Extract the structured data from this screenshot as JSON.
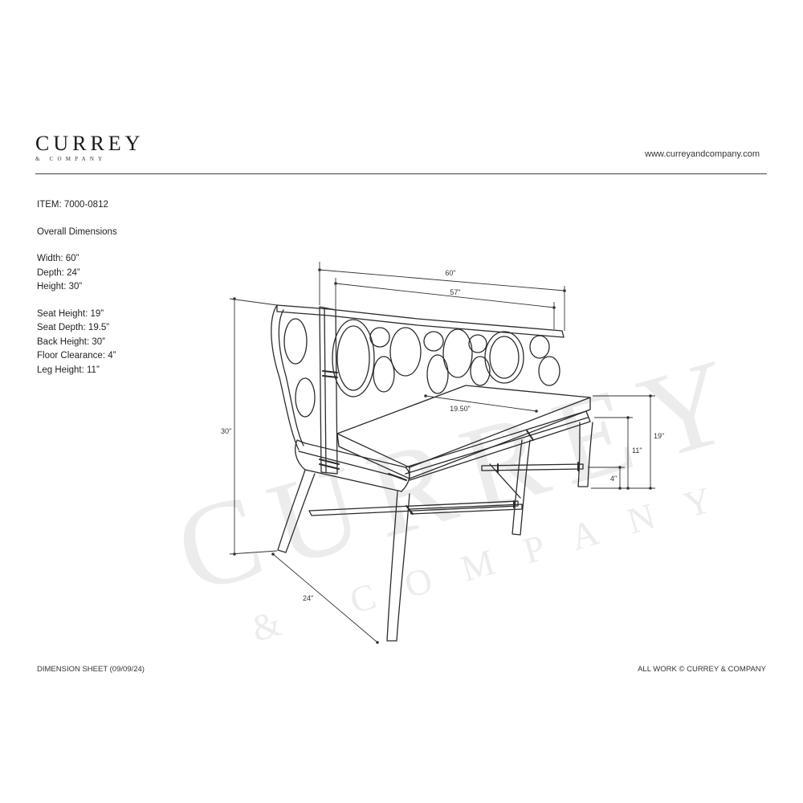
{
  "brand": {
    "name": "CURREY",
    "subname": "& COMPANY",
    "website": "www.curreyandcompany.com"
  },
  "item": {
    "label": "ITEM: 7000-0812",
    "section_title": "Overall Dimensions",
    "overall": [
      "Width: 60”",
      "Depth: 24”",
      "Height: 30”"
    ],
    "details": [
      "Seat Height: 19”",
      "Seat Depth: 19.5”",
      "Back Height: 30”",
      "Floor Clearance: 4”",
      "Leg Height: 11”"
    ]
  },
  "drawing": {
    "width_label": "60\"",
    "inner_width_label": "57\"",
    "seat_depth_label": "19.50\"",
    "height_label": "30\"",
    "depth_label": "24\"",
    "seat_height_label": "19\"",
    "leg_height_label": "11\"",
    "clearance_label": "4\""
  },
  "footer": {
    "left": "DIMENSION SHEET (09/09/24)",
    "right": "ALL WORK © CURREY & COMPANY"
  },
  "colors": {
    "line": "#2b2b2b",
    "watermark": "#ececec",
    "rule": "#444444"
  }
}
